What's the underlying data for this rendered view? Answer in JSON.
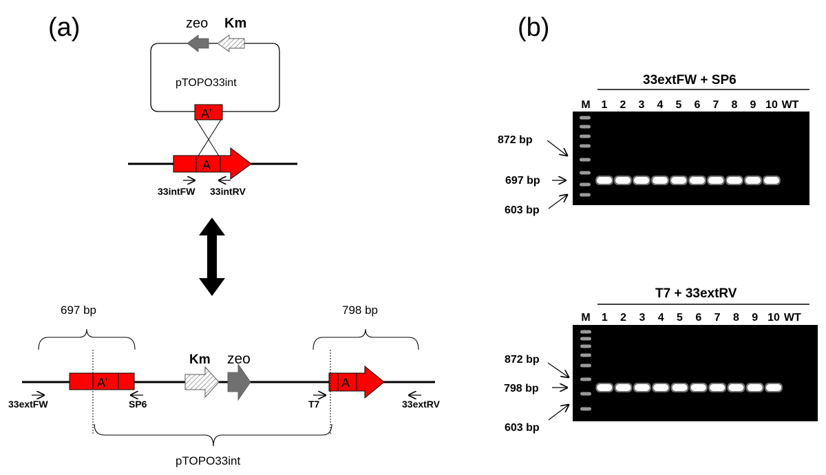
{
  "panel_a": {
    "label": "(a)",
    "plasmid": {
      "name": "pTOPO33int",
      "gene_zeo": "zeo",
      "gene_km": "Km",
      "fragment": "A'"
    },
    "chromosome": {
      "fragment": "A",
      "primer_fw": "33intFW",
      "primer_rv": "33intRV"
    },
    "integrated": {
      "left_size": "697 bp",
      "right_size": "798 bp",
      "left_fragment": "A'",
      "right_fragment": "A",
      "gene_km": "Km",
      "gene_zeo": "zeo",
      "primer_ext_fw": "33extFW",
      "primer_sp6": "SP6",
      "primer_t7": "T7",
      "primer_ext_rv": "33extRV",
      "plasmid_span": "pTOPO33int"
    },
    "colors": {
      "red": "#ff0000",
      "gray": "#707070"
    }
  },
  "panel_b": {
    "label": "(b)",
    "lane_labels": [
      "M",
      "1",
      "2",
      "3",
      "4",
      "5",
      "6",
      "7",
      "8",
      "9",
      "10",
      "WT"
    ],
    "gel1": {
      "title": "33extFW + SP6",
      "markers": [
        "872 bp",
        "697 bp",
        "603 bp"
      ]
    },
    "gel2": {
      "title": "T7 + 33extRV",
      "markers": [
        "872 bp",
        "798 bp",
        "603 bp"
      ]
    }
  }
}
